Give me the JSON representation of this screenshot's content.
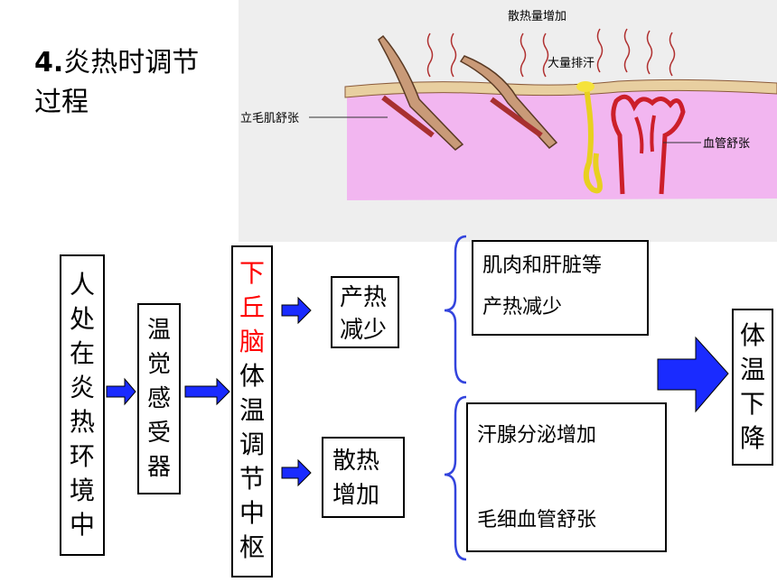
{
  "title": {
    "number": "4.",
    "text_line1": "炎热时调节",
    "text_line2": "过程"
  },
  "skin_illustration": {
    "label_top": "散热量增加",
    "label_sweat": "大量排汗",
    "label_left": "立毛肌舒张",
    "label_right": "血管舒张"
  },
  "flow": {
    "stimulus": [
      "人",
      "处",
      "在",
      "炎",
      "热",
      "环",
      "境",
      "中"
    ],
    "receptor": [
      "温",
      "觉",
      "感",
      "受",
      "器"
    ],
    "center_red": [
      "下",
      "丘",
      "脑"
    ],
    "center_black": [
      "体",
      "温",
      "调",
      "节",
      "中",
      "枢"
    ],
    "heat_production": {
      "line1": "产热",
      "line2": "减少"
    },
    "heat_loss": {
      "line1": "散热",
      "line2": "增加"
    },
    "production_detail": {
      "line1": "肌肉和肝脏等",
      "line2": "产热减少"
    },
    "loss_detail": {
      "line1": "汗腺分泌增加",
      "line2": "毛细血管舒张"
    },
    "result": [
      "体",
      "温",
      "下",
      "降"
    ]
  },
  "colors": {
    "arrow_blue": "#1a2bff",
    "brace_blue": "#3344dd",
    "red_text": "#ff0000",
    "skin_pink": "#f2b6f0",
    "vessel_red": "#cc1f2a",
    "sweat_yellow": "#f5e23c"
  }
}
